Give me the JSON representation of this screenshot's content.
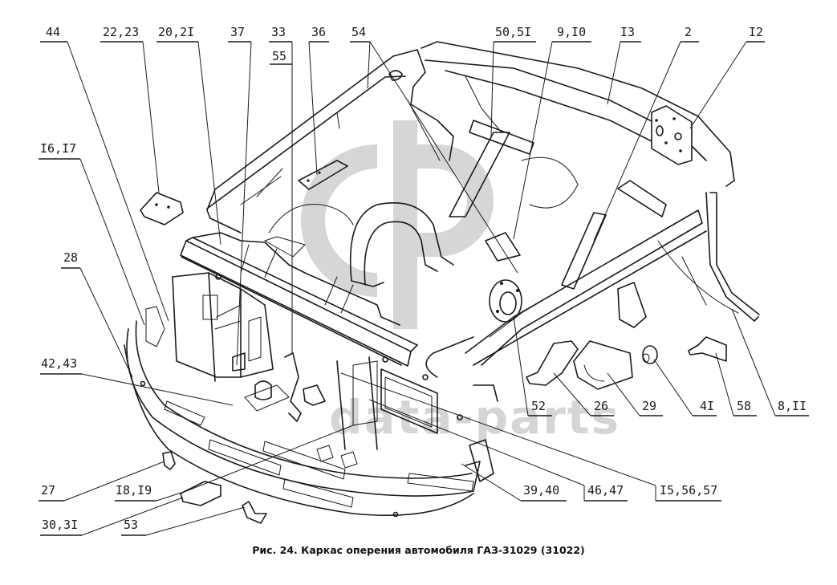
{
  "figure": {
    "caption": "Рис. 24. Каркас оперения автомобиля ГАЗ-31029 (31022)",
    "subject": "Front body frame assembly (exploded view)",
    "watermark": {
      "logo": "ФД",
      "text": "data-parts"
    }
  },
  "callouts": [
    {
      "id": "44",
      "label": "44"
    },
    {
      "id": "22-23",
      "label": "22,23"
    },
    {
      "id": "20-21",
      "label": "20,2I"
    },
    {
      "id": "37",
      "label": "37"
    },
    {
      "id": "33",
      "label": "33"
    },
    {
      "id": "55",
      "label": "55"
    },
    {
      "id": "36",
      "label": "36"
    },
    {
      "id": "54",
      "label": "54"
    },
    {
      "id": "50-51",
      "label": "50,5I"
    },
    {
      "id": "9-10",
      "label": "9,I0"
    },
    {
      "id": "13",
      "label": "I3"
    },
    {
      "id": "2",
      "label": "2"
    },
    {
      "id": "12",
      "label": "I2"
    },
    {
      "id": "16-17",
      "label": "I6,I7"
    },
    {
      "id": "28",
      "label": "28"
    },
    {
      "id": "42-43",
      "label": "42,43"
    },
    {
      "id": "52",
      "label": "52"
    },
    {
      "id": "26",
      "label": "26"
    },
    {
      "id": "29",
      "label": "29"
    },
    {
      "id": "41",
      "label": "4I"
    },
    {
      "id": "58",
      "label": "58"
    },
    {
      "id": "8-11",
      "label": "8,II"
    },
    {
      "id": "27",
      "label": "27"
    },
    {
      "id": "18-19",
      "label": "I8,I9"
    },
    {
      "id": "30-31",
      "label": "30,3I"
    },
    {
      "id": "53",
      "label": "53"
    },
    {
      "id": "39-40",
      "label": "39,40"
    },
    {
      "id": "46-47",
      "label": "46,47"
    },
    {
      "id": "15-56-57",
      "label": "I5,56,57"
    }
  ]
}
